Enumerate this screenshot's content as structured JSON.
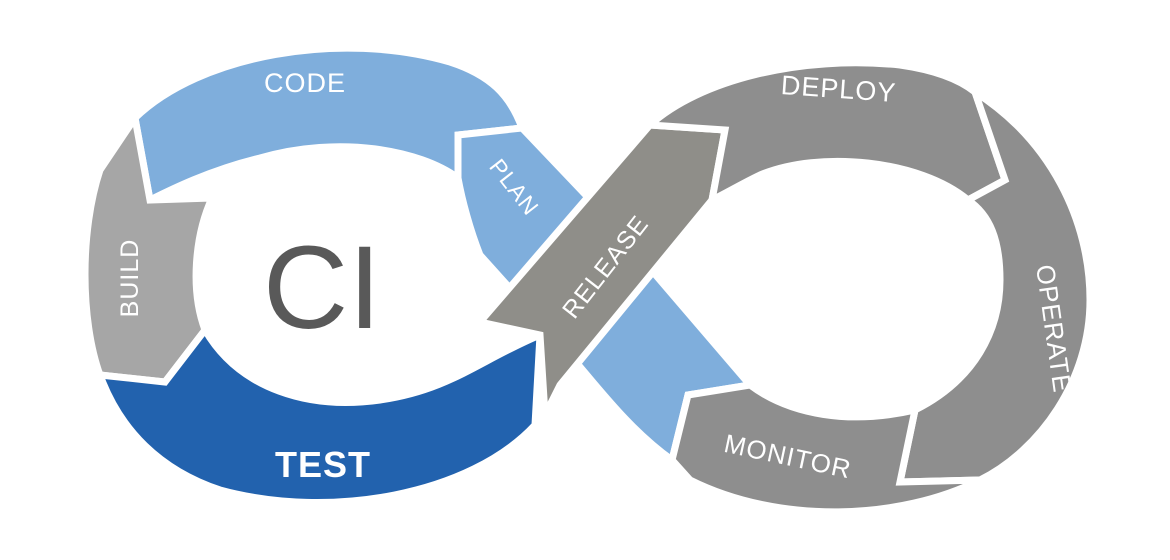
{
  "diagram": {
    "center_label": "CI",
    "stages": {
      "code": "CODE",
      "build": "BUILD",
      "test": "TEST",
      "plan": "PLAN",
      "release": "RELEASE",
      "deploy": "DEPLOY",
      "operate": "OPERATE",
      "monitor": "MONITOR"
    },
    "colors": {
      "code": "#7FAEDC",
      "plan": "#7FAEDC",
      "build": "#A6A6A6",
      "test": "#2262AE",
      "release": "#8F8E89",
      "deploy": "#8E8E8E",
      "operate": "#8E8E8E",
      "monitor": "#8E8E8E",
      "ci_text": "#595959"
    }
  }
}
